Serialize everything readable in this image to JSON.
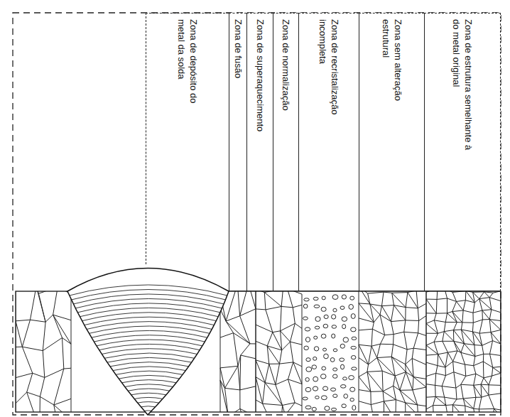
{
  "diagram": {
    "nodes": [
      {
        "text": [
          "Zona de depósito do metal da solda"
        ]
      },
      {
        "text": [
          "Zona de fusão"
        ]
      },
      {
        "text": [
          "Zona de superaquecimento"
        ]
      },
      {
        "text": [
          "Zona de normalização"
        ]
      },
      {
        "text": [
          "Zona de recristalização incompleta"
        ]
      },
      {
        "text": [
          "Zona sem alteração estrutural"
        ]
      },
      {
        "text": [
          "Zona de estrutura semelhante à do metal original"
        ]
      }
    ]
  }
}
